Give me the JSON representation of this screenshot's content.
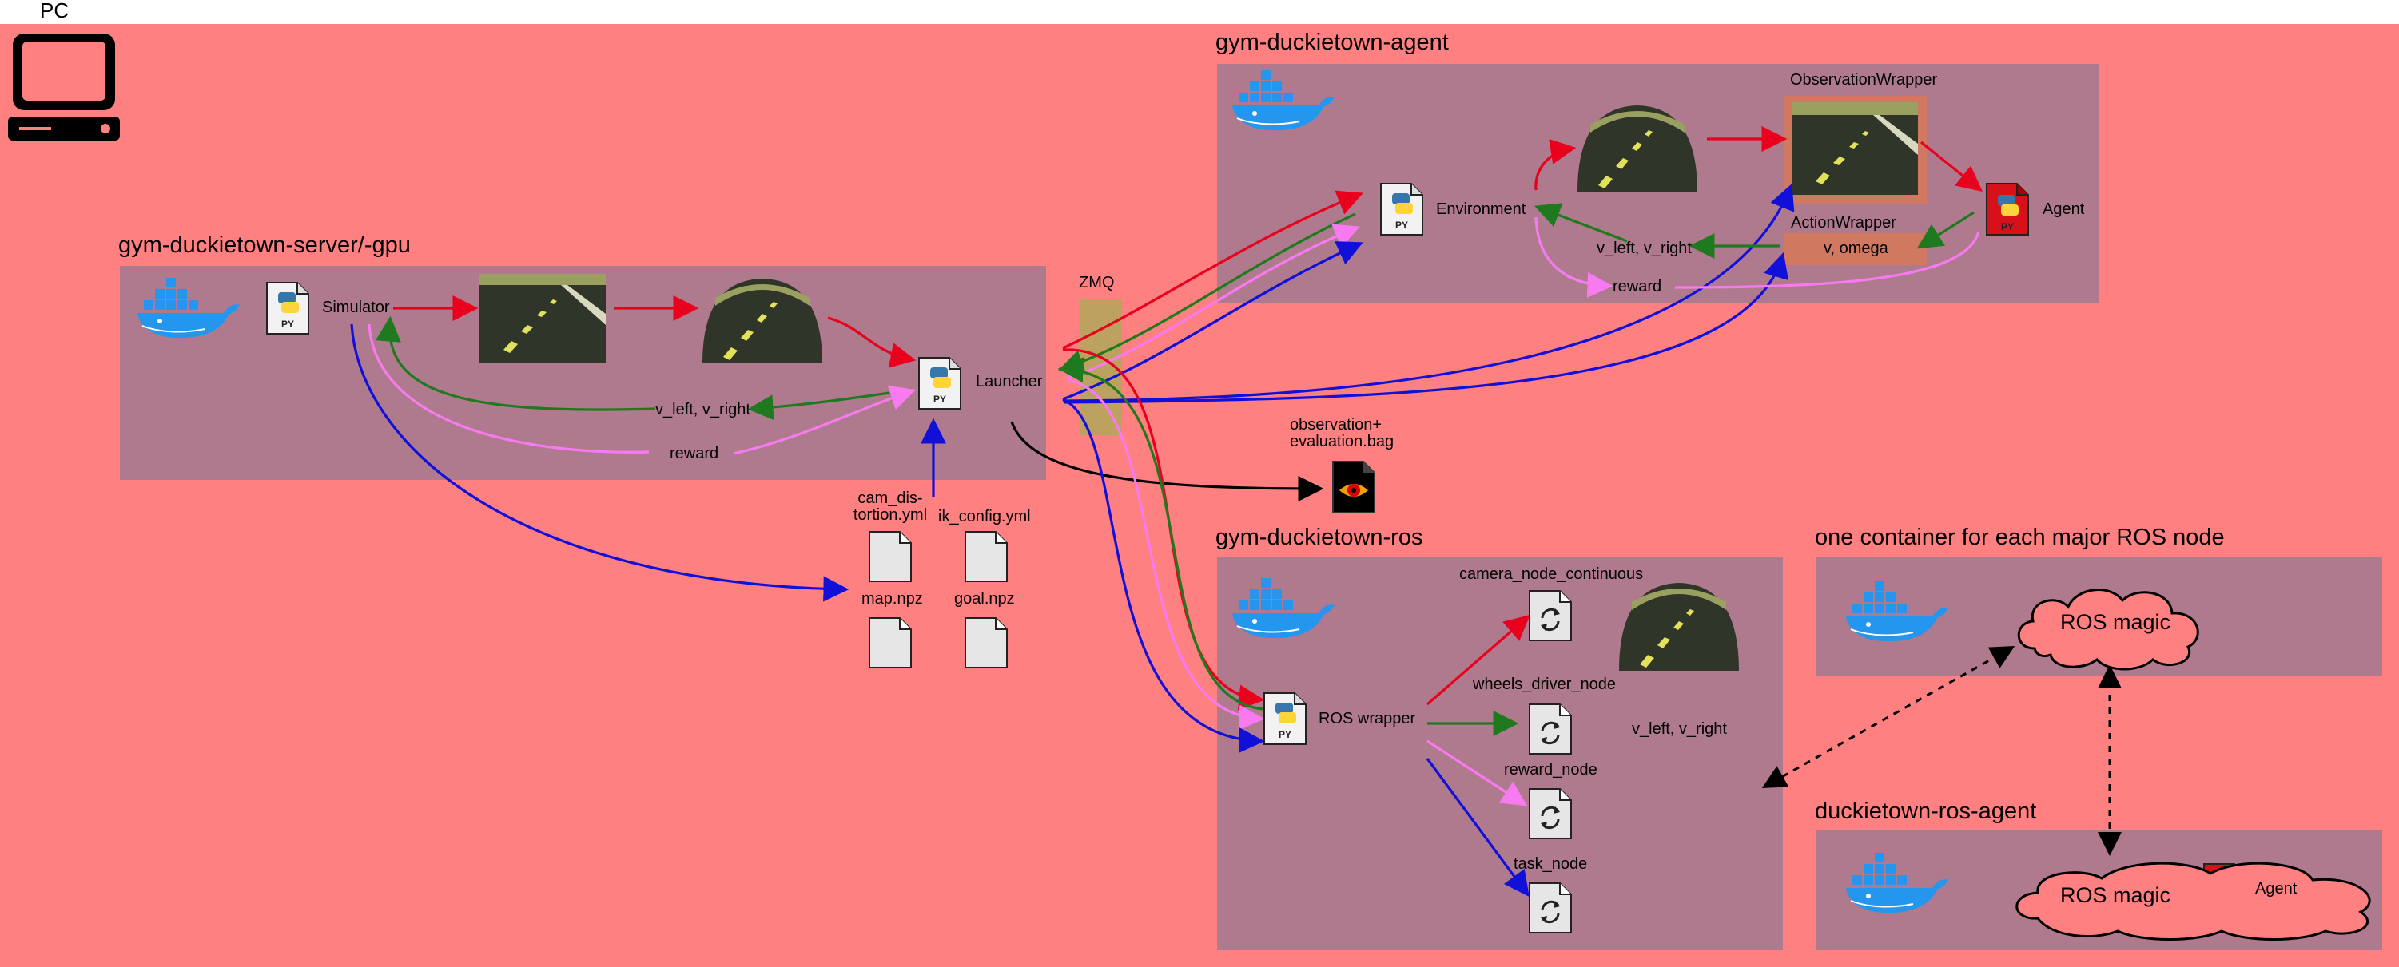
{
  "pc_label": "PC",
  "containers": {
    "server": {
      "title": "gym-duckietown-server/-gpu"
    },
    "agent": {
      "title": "gym-duckietown-agent"
    },
    "ros": {
      "title": "gym-duckietown-ros"
    },
    "ros_nodes": {
      "title": "one container for each major ROS node"
    },
    "ros_agent": {
      "title": "duckietown-ros-agent"
    }
  },
  "server": {
    "simulator": "Simulator",
    "launcher": "Launcher",
    "v_left_right": "v_left, v_right",
    "reward": "reward"
  },
  "files": {
    "cam_distortion": "cam_dis-\ntortion.yml",
    "ik_config": "ik_config.yml",
    "map": "map.npz",
    "goal": "goal.npz"
  },
  "zmq": "ZMQ",
  "bag": "observation+\nevaluation.bag",
  "agent": {
    "environment": "Environment",
    "v_left_right": "v_left, v_right",
    "reward": "reward",
    "observation_wrapper": "ObservationWrapper",
    "action_wrapper": "ActionWrapper",
    "v_omega": "v, omega",
    "agent": "Agent"
  },
  "ros": {
    "wrapper": "ROS wrapper",
    "camera_node": "camera_node_continuous",
    "wheels_node": "wheels_driver_node",
    "reward_node": "reward_node",
    "task_node": "task_node",
    "v_left_right": "v_left, v_right"
  },
  "ros_magic": "ROS magic",
  "ros_agent_label": "Agent",
  "colors": {
    "background": "#ff8080",
    "container": "#b07a8e",
    "red": "#e8001c",
    "green": "#1f7a1f",
    "pink": "#f87af0",
    "blue": "#1010d8"
  }
}
